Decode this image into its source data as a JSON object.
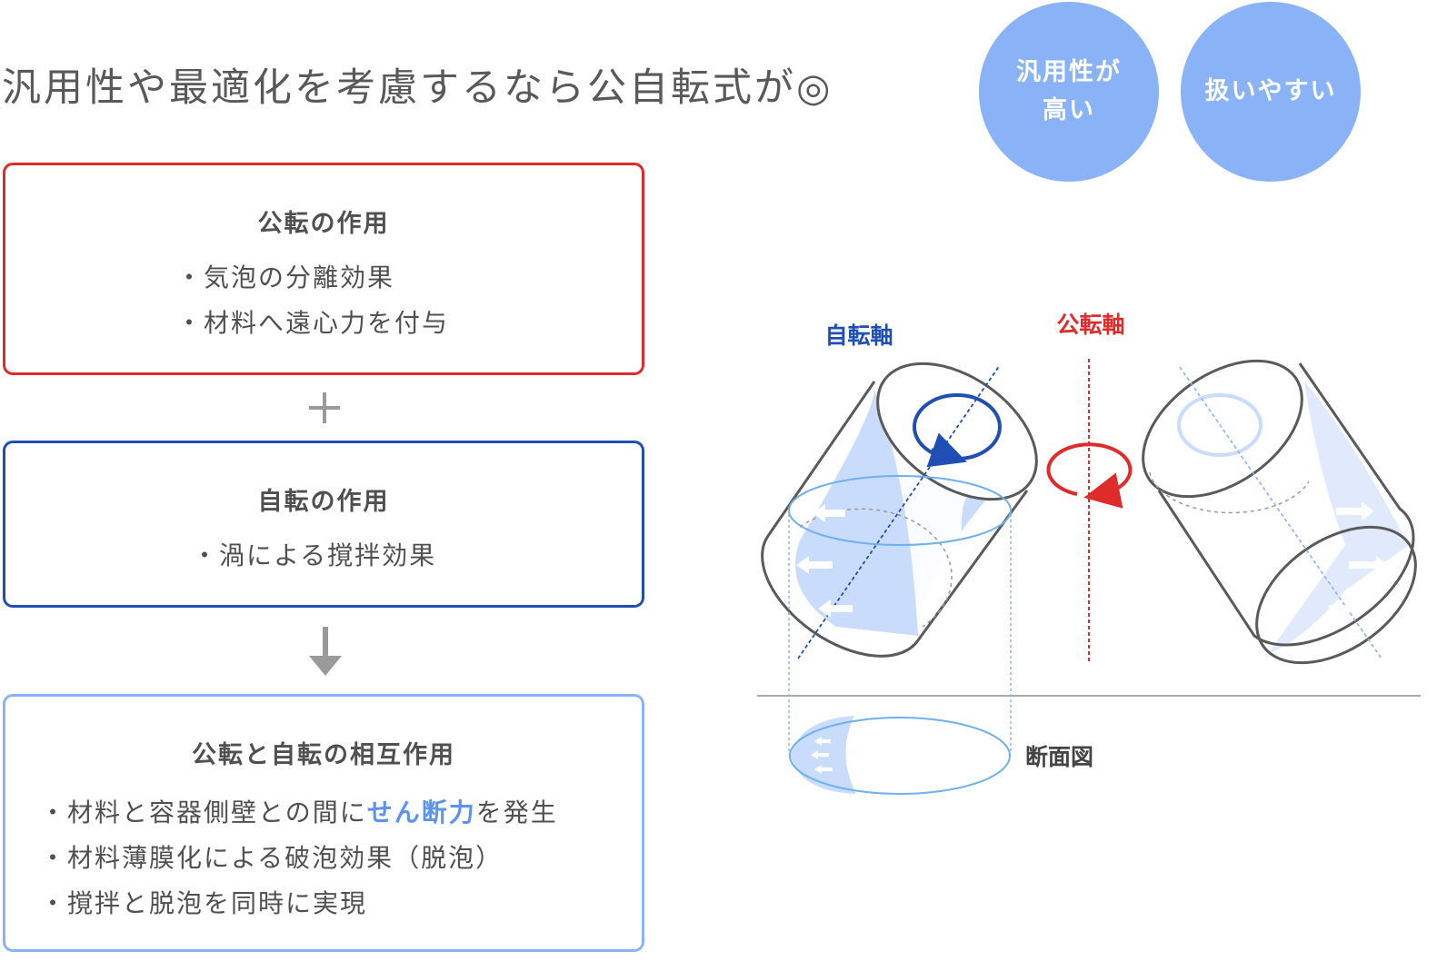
{
  "title": "汎用性や最適化を考慮するなら公自転式が◎",
  "badges": [
    {
      "line1": "汎用性が",
      "line2": "高い"
    },
    {
      "line1": "扱いやすい"
    }
  ],
  "boxes": {
    "revolution": {
      "heading": "公転の作用",
      "items": [
        "気泡の分離効果",
        "材料へ遠心力を付与"
      ]
    },
    "rotation": {
      "heading": "自転の作用",
      "items": [
        "渦による撹拌効果"
      ]
    },
    "combined": {
      "heading": "公転と自転の相互作用",
      "item1_before": "材料と容器側壁との間に",
      "item1_highlight": "せん断力",
      "item1_after": "を発生",
      "item2": "材料薄膜化による破泡効果（脱泡）",
      "item3": "撹拌と脱泡を同時に実現"
    }
  },
  "diagram": {
    "rotation_axis_label": "自転軸",
    "revolution_axis_label": "公転軸",
    "cross_section_label": "断面図"
  },
  "colors": {
    "red": "#e02b2b",
    "blue": "#1f4fb5",
    "light_blue": "#8ab3f7",
    "highlight": "#5d93ee"
  }
}
